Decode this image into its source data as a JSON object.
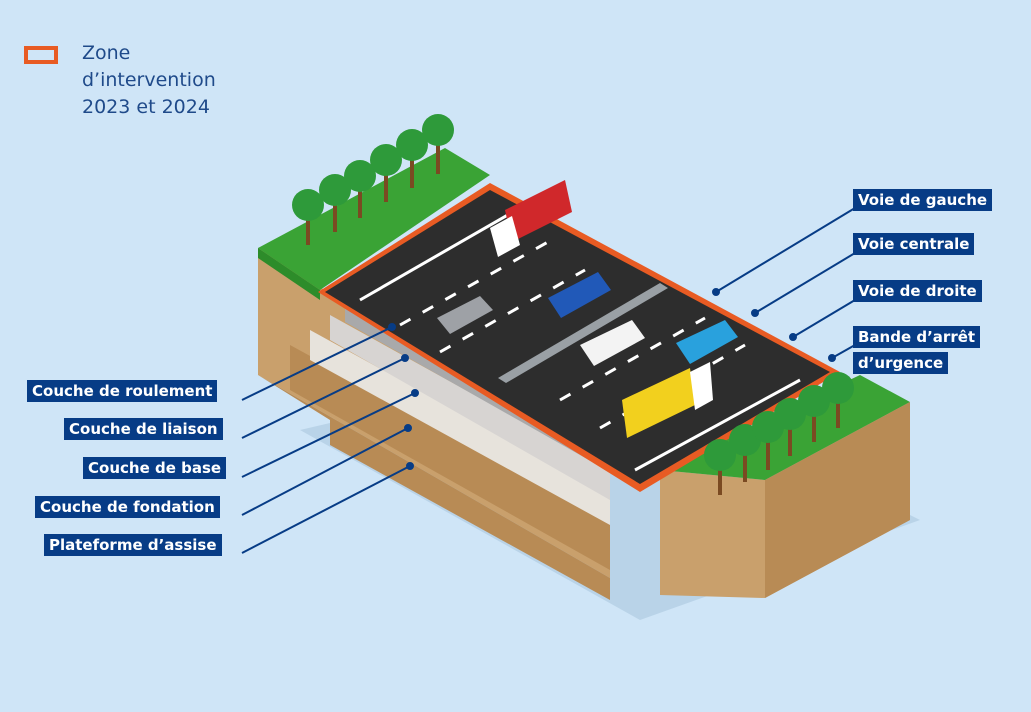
{
  "legend": {
    "lines": [
      "Zone",
      "d’intervention",
      "2023 et 2024"
    ],
    "swatch_color": "#e85b23"
  },
  "lanes": {
    "left": "Voie de gauche",
    "center": "Voie centrale",
    "right": "Voie de droite",
    "shoulder_line1": "Bande d’arrêt",
    "shoulder_line2": "d’urgence"
  },
  "layers": {
    "roulement": "Couche de roulement",
    "liaison": "Couche de liaison",
    "base": "Couche de base",
    "fondation": "Couche de fondation",
    "plateforme": "Plateforme d’assise"
  },
  "colors": {
    "background": "#cfe5f7",
    "label_bg": "#073c86",
    "asphalt": "#2a2a2a",
    "grass": "#3aa335",
    "soil": "#c8a477",
    "intervention_outline": "#e85b23"
  }
}
